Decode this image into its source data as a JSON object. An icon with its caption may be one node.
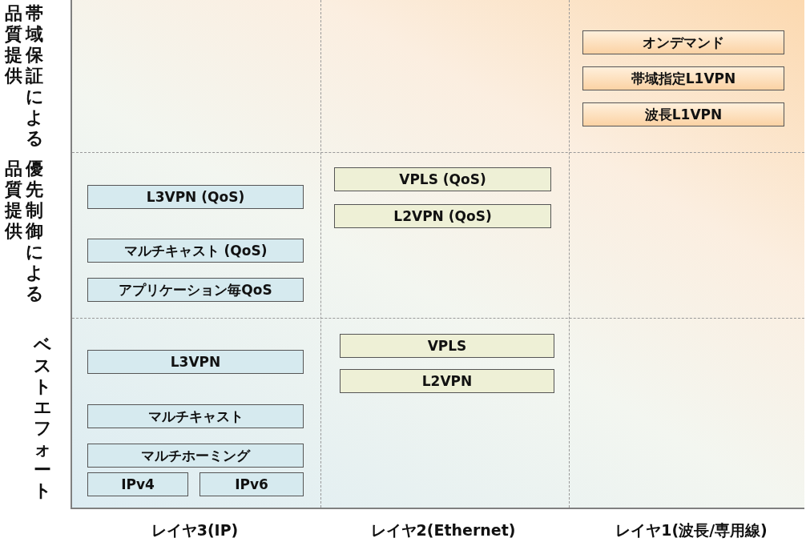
{
  "diagram": {
    "nodes": [
      {
        "text": [
          "オンデマンド"
        ]
      },
      {
        "text": [
          "帯域指定L1VPN"
        ]
      },
      {
        "text": [
          "波長L1VPN"
        ]
      },
      {
        "text": [
          "L3VPN (QoS)"
        ]
      },
      {
        "text": [
          "マルチキャスト (QoS)"
        ]
      },
      {
        "text": [
          "アプリケーション毎QoS"
        ]
      },
      {
        "text": [
          "VPLS (QoS)"
        ]
      },
      {
        "text": [
          "L2VPN (QoS)"
        ]
      },
      {
        "text": [
          "L3VPN"
        ]
      },
      {
        "text": [
          "マルチキャスト"
        ]
      },
      {
        "text": [
          "マルチホーミング"
        ]
      },
      {
        "text": [
          "IPv4"
        ]
      },
      {
        "text": [
          "IPv6"
        ]
      },
      {
        "text": [
          "VPLS"
        ]
      },
      {
        "text": [
          "L2VPN"
        ]
      }
    ],
    "edges": [],
    "labels": [
      "帯域保証による品質提供",
      "優先制御による品質提供",
      "ベストエフォート",
      "レイヤ3(IP)",
      "レイヤ2(Ethernet)",
      "レイヤ1(波長/専用線)"
    ]
  }
}
